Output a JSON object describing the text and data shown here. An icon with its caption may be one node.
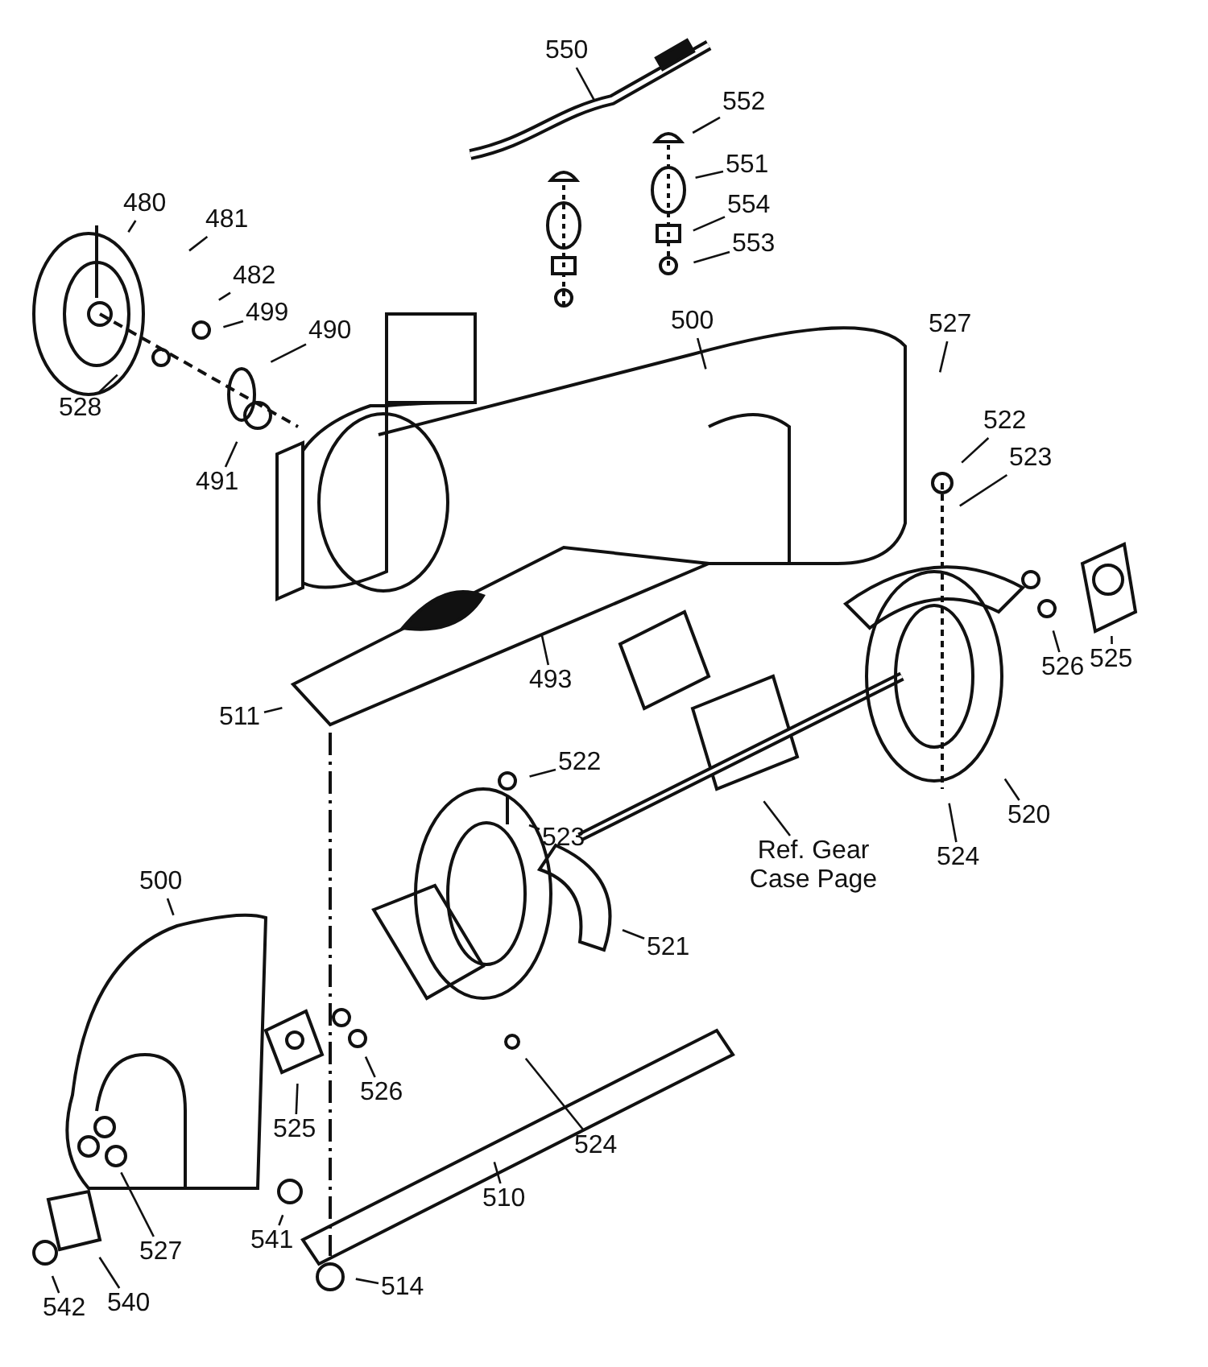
{
  "diagram": {
    "nodes": [
      {
        "text": [
          "550"
        ]
      },
      {
        "text": [
          "552"
        ]
      },
      {
        "text": [
          "551"
        ]
      },
      {
        "text": [
          "554"
        ]
      },
      {
        "text": [
          "553"
        ]
      },
      {
        "text": [
          "480"
        ]
      },
      {
        "text": [
          "481"
        ]
      },
      {
        "text": [
          "482"
        ]
      },
      {
        "text": [
          "499"
        ]
      },
      {
        "text": [
          "490"
        ]
      },
      {
        "text": [
          "528"
        ]
      },
      {
        "text": [
          "491"
        ]
      },
      {
        "text": [
          "500"
        ]
      },
      {
        "text": [
          "527"
        ]
      },
      {
        "text": [
          "522"
        ]
      },
      {
        "text": [
          "523"
        ]
      },
      {
        "text": [
          "493"
        ]
      },
      {
        "text": [
          "511"
        ]
      },
      {
        "text": [
          "525"
        ]
      },
      {
        "text": [
          "526"
        ]
      },
      {
        "text": [
          "520"
        ]
      },
      {
        "text": [
          "524"
        ]
      },
      {
        "text": [
          "522"
        ]
      },
      {
        "text": [
          "523"
        ]
      },
      {
        "text": [
          "Ref. Gear Case Page"
        ]
      },
      {
        "text": [
          "521"
        ]
      },
      {
        "text": [
          "500"
        ]
      },
      {
        "text": [
          "525"
        ]
      },
      {
        "text": [
          "526"
        ]
      },
      {
        "text": [
          "524"
        ]
      },
      {
        "text": [
          "510"
        ]
      },
      {
        "text": [
          "527"
        ]
      },
      {
        "text": [
          "541"
        ]
      },
      {
        "text": [
          "542"
        ]
      },
      {
        "text": [
          "540"
        ]
      },
      {
        "text": [
          "514"
        ]
      }
    ],
    "edges": [
      {
        "from": 0,
        "to": null,
        "arrow": "none"
      },
      {
        "from": 1,
        "to": null,
        "arrow": "none"
      },
      {
        "from": 2,
        "to": null,
        "arrow": "none"
      },
      {
        "from": 3,
        "to": null,
        "arrow": "none"
      },
      {
        "from": 4,
        "to": null,
        "arrow": "none"
      },
      {
        "from": 5,
        "to": null,
        "arrow": "none"
      },
      {
        "from": 6,
        "to": null,
        "arrow": "none"
      },
      {
        "from": 7,
        "to": null,
        "arrow": "none"
      },
      {
        "from": 8,
        "to": null,
        "arrow": "none"
      },
      {
        "from": 9,
        "to": null,
        "arrow": "none"
      },
      {
        "from": 10,
        "to": null,
        "arrow": "none"
      },
      {
        "from": 11,
        "to": null,
        "arrow": "none"
      },
      {
        "from": 12,
        "to": null,
        "arrow": "none"
      },
      {
        "from": 13,
        "to": null,
        "arrow": "none"
      },
      {
        "from": 14,
        "to": null,
        "arrow": "none"
      },
      {
        "from": 15,
        "to": null,
        "arrow": "none"
      },
      {
        "from": 16,
        "to": null,
        "arrow": "none"
      },
      {
        "from": 17,
        "to": null,
        "arrow": "none"
      },
      {
        "from": 18,
        "to": null,
        "arrow": "none"
      },
      {
        "from": 19,
        "to": null,
        "arrow": "none"
      },
      {
        "from": 20,
        "to": null,
        "arrow": "none"
      },
      {
        "from": 21,
        "to": null,
        "arrow": "none"
      },
      {
        "from": 22,
        "to": null,
        "arrow": "none"
      },
      {
        "from": 23,
        "to": null,
        "arrow": "none"
      },
      {
        "from": 24,
        "to": null,
        "arrow": "none"
      },
      {
        "from": 25,
        "to": null,
        "arrow": "none"
      },
      {
        "from": 26,
        "to": null,
        "arrow": "none"
      },
      {
        "from": 27,
        "to": null,
        "arrow": "none"
      },
      {
        "from": 28,
        "to": null,
        "arrow": "none"
      },
      {
        "from": 29,
        "to": null,
        "arrow": "none"
      },
      {
        "from": 30,
        "to": null,
        "arrow": "none"
      },
      {
        "from": 31,
        "to": null,
        "arrow": "none"
      },
      {
        "from": 32,
        "to": null,
        "arrow": "none"
      },
      {
        "from": 33,
        "to": null,
        "arrow": "none"
      },
      {
        "from": 34,
        "to": null,
        "arrow": "none"
      },
      {
        "from": 35,
        "to": null,
        "arrow": "none"
      }
    ]
  }
}
